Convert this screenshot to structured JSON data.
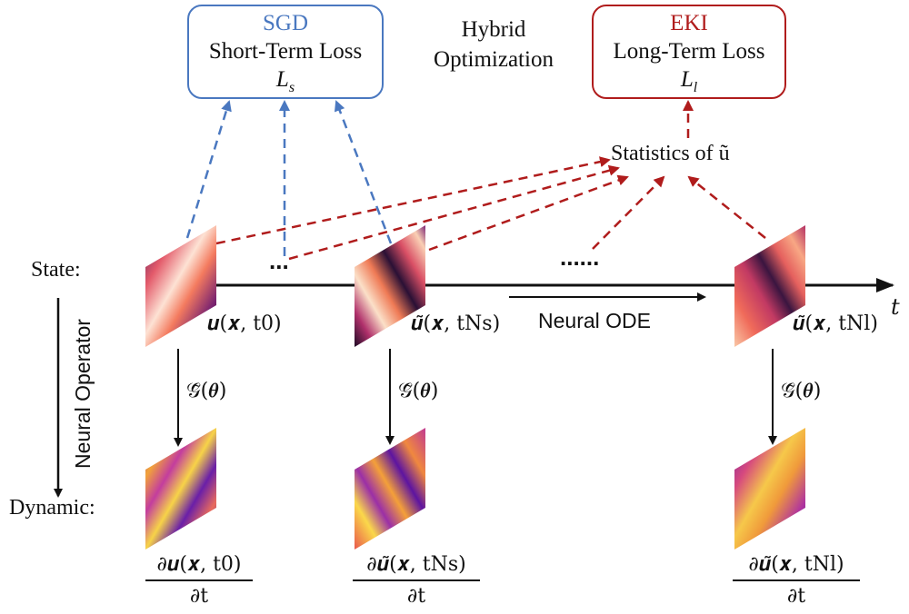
{
  "sgd_box": {
    "method": "SGD",
    "loss_name": "Short-Term Loss",
    "loss_symbol": "Ls",
    "color": "#4a78c0"
  },
  "eki_box": {
    "method": "EKI",
    "loss_name": "Long-Term Loss",
    "loss_symbol": "Ll",
    "color": "#b01c1c"
  },
  "center_title": "Hybrid Optimization",
  "statistics_label": "Statistics of ũ",
  "state_label": "State:",
  "dynamic_label": "Dynamic:",
  "neural_operator_label": "Neural Operator",
  "time_axis_label": "t",
  "neural_ode_label": "Neural ODE",
  "ellipsis_short": "...",
  "ellipsis_long": "......",
  "operator_label": "𝒢̃(𝜽)",
  "states": [
    {
      "label": "𝒖(𝒙, t0)",
      "derivative_numerator": "∂𝒖(𝒙, t0)",
      "derivative_denominator": "∂t"
    },
    {
      "label": "𝒖̃(𝒙, tNs)",
      "derivative_numerator": "∂𝒖̃(𝒙, tNs)",
      "derivative_denominator": "∂t"
    },
    {
      "label": "𝒖̃(𝒙, tNl)",
      "derivative_numerator": "∂𝒖̃(𝒙, tNl)",
      "derivative_denominator": "∂t"
    }
  ],
  "colors": {
    "sgd_blue": "#4a78c0",
    "eki_red": "#b01c1c"
  }
}
